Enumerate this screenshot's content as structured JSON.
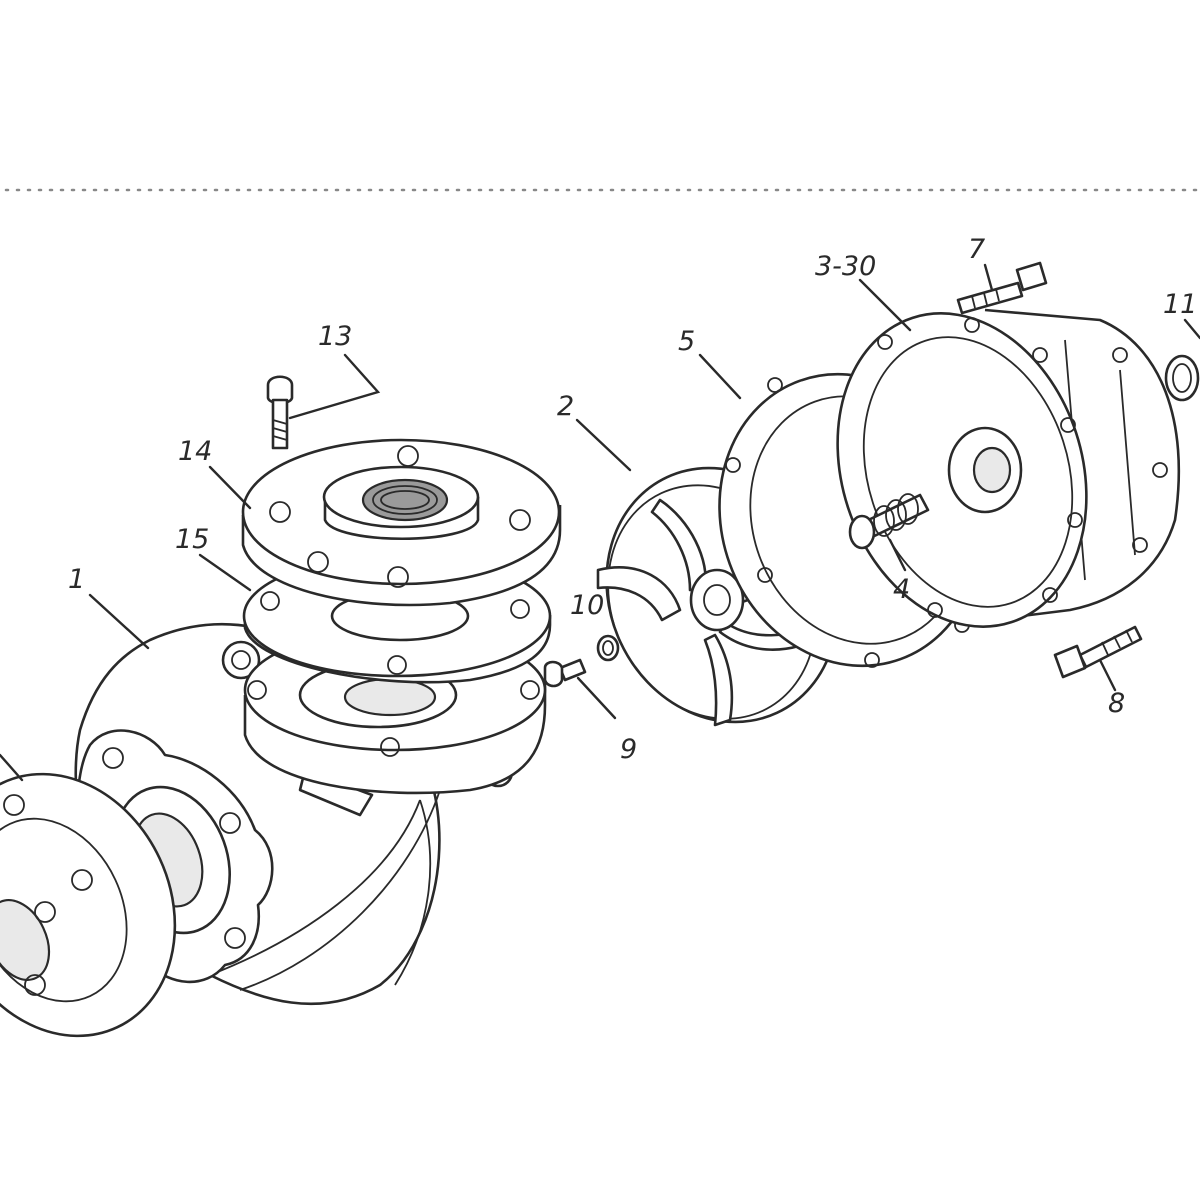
{
  "part_labels": {
    "p1": "1",
    "p2": "2",
    "p3": "3-30",
    "p4": "4",
    "p5": "5",
    "p7": "7",
    "p8": "8",
    "p9": "9",
    "p10": "10",
    "p11": "11",
    "p13": "13",
    "p14": "14",
    "p15": "15"
  }
}
